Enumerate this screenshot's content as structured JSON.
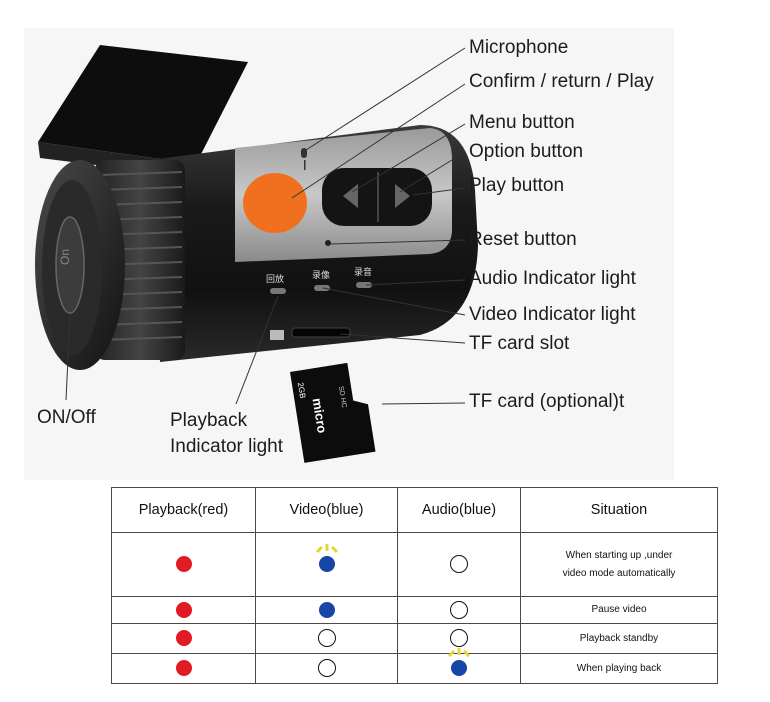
{
  "callouts": {
    "microphone": "Microphone",
    "confirm": "Confirm / return / Play",
    "menu": "Menu button",
    "option": "Option button",
    "play": "Play button",
    "reset": "Reset button",
    "audio_light": "Audio Indicator light",
    "video_light": "Video Indicator light",
    "tf_slot": "TF card slot",
    "tf_card": "TF card (optional)t",
    "on_off": "ON/Off",
    "playback_light": "Playback Indicator light"
  },
  "device_labels": {
    "playback": "回放",
    "video": "录像",
    "audio": "录音",
    "card_brand": "micro",
    "card_size": "2GB",
    "card_class": "SD HC"
  },
  "table": {
    "headers": [
      "Playback(red)",
      "Video(blue)",
      "Audio(blue)",
      "Situation"
    ],
    "rows": [
      {
        "playback": "red",
        "video": "blue-blinking",
        "audio": "off",
        "situation_line1": "When starting up ,under",
        "situation_line2": "video mode automatically"
      },
      {
        "playback": "red",
        "video": "blue",
        "audio": "off",
        "situation_line1": "Pause video",
        "situation_line2": ""
      },
      {
        "playback": "red",
        "video": "off",
        "audio": "off",
        "situation_line1": "Playback standby",
        "situation_line2": ""
      },
      {
        "playback": "red",
        "video": "off",
        "audio": "blue-blinking",
        "situation_line1": "When playing back",
        "situation_line2": ""
      }
    ]
  },
  "colors": {
    "red_light": "#e11b23",
    "blue_light": "#1747a6",
    "blink_rays": "#e3d43a",
    "confirm_button": "#f07020"
  }
}
